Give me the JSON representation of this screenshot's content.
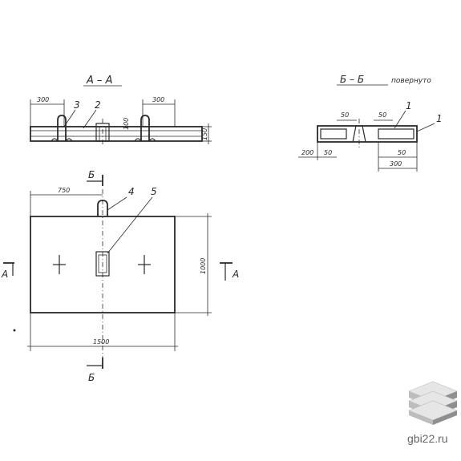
{
  "section_aa": {
    "title": "А – А",
    "dim_left": "300",
    "dim_right": "300",
    "dim_height": "150",
    "dim_100": "100",
    "callout_3": "3",
    "callout_2": "2"
  },
  "section_bb": {
    "title": "Б – Б",
    "rotated_note": "повернуто",
    "dim_50_top_left": "50",
    "dim_50_top_right": "50",
    "callout_1a": "1",
    "callout_1b": "1",
    "dim_200": "200",
    "dim_50_bottom": "50",
    "dim_50_right": "50",
    "dim_300": "300"
  },
  "plan": {
    "dim_750": "750",
    "dim_1500": "1500",
    "dim_1000": "1000",
    "callout_4": "4",
    "callout_5": "5",
    "cut_b_top": "Б",
    "cut_b_bottom": "Б",
    "cut_a_left": "A",
    "cut_a_right": "A"
  },
  "watermark": {
    "text": "gbi22.ru",
    "colors": {
      "light": "#e6e6e6",
      "mid": "#bdbdbd",
      "dark": "#8f8f8f"
    }
  }
}
